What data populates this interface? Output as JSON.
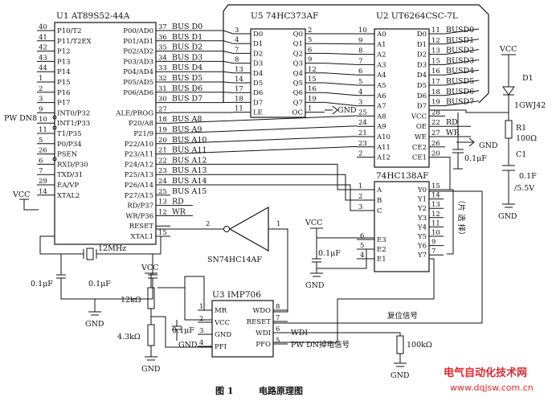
{
  "u1": {
    "title": "U1  AT89S52-44A",
    "left_pins": [
      {
        "num": "40",
        "name": "P10/T2"
      },
      {
        "num": "41",
        "name": "P11/T2EX"
      },
      {
        "num": "42",
        "name": "P12"
      },
      {
        "num": "43",
        "name": "P13"
      },
      {
        "num": "44",
        "name": "P14"
      },
      {
        "num": "1",
        "name": "P15"
      },
      {
        "num": "2",
        "name": "P16"
      },
      {
        "num": "3",
        "name": "P17"
      },
      {
        "num": "9",
        "name": "INT0/P32"
      },
      {
        "num": "10",
        "name": "INT1/P33"
      },
      {
        "num": "11",
        "name": "T1/P35"
      },
      {
        "num": "5",
        "name": "P0/P34"
      },
      {
        "num": "26",
        "name": "PSEN"
      },
      {
        "num": "6",
        "name": "RXD/P30"
      },
      {
        "num": "7",
        "name": "TXD/31"
      },
      {
        "num": "29",
        "name": "EA/VP"
      },
      {
        "num": "14",
        "name": "XTAL2"
      }
    ],
    "right_pins": [
      {
        "num": "37",
        "name": "P00/AD0",
        "net": "BUS  D0"
      },
      {
        "num": "36",
        "name": "P01/AD1",
        "net": "BUS  D1"
      },
      {
        "num": "35",
        "name": "P02/AD2",
        "net": "BUS  D2"
      },
      {
        "num": "34",
        "name": "P03/AD3",
        "net": "BUS  D3"
      },
      {
        "num": "33",
        "name": "P04/AD4",
        "net": "BUS  D4"
      },
      {
        "num": "32",
        "name": "P05/AD5",
        "net": "BUS  D5"
      },
      {
        "num": "31",
        "name": "P06/AD6",
        "net": "BUS  D6"
      },
      {
        "num": "30",
        "name": "",
        "net": "BUS  D7"
      },
      {
        "num": "27",
        "name": "ALE/PROG",
        "net": ""
      },
      {
        "num": "18",
        "name": "P20/A8",
        "net": "BUS  A8"
      },
      {
        "num": "19",
        "name": "P21/9",
        "net": "BUS  A9"
      },
      {
        "num": "20",
        "name": "P22/A10",
        "net": "BUS  A10"
      },
      {
        "num": "21",
        "name": "P23/A11",
        "net": "BUS  A11"
      },
      {
        "num": "22",
        "name": "P24/A12",
        "net": "BUS  A12"
      },
      {
        "num": "23",
        "name": "P25/A13",
        "net": "BUS  A13"
      },
      {
        "num": "24",
        "name": "P26/A14",
        "net": "BUS  A14"
      },
      {
        "num": "25",
        "name": "P27/A15",
        "net": "BUS  A15"
      },
      {
        "num": "13",
        "name": "RD/P37",
        "net": "RD"
      },
      {
        "num": "12",
        "name": "WR/P36",
        "net": "WR"
      },
      {
        "num": "",
        "name": "RESET",
        "net": ""
      },
      {
        "num": "15",
        "name": "XTAL1",
        "net": ""
      }
    ]
  },
  "u5": {
    "title": "U5  74HC373AF",
    "left_pins": [
      {
        "num": "3",
        "name": "D0"
      },
      {
        "num": "4",
        "name": "D1"
      },
      {
        "num": "7",
        "name": "D2"
      },
      {
        "num": "8",
        "name": "D3"
      },
      {
        "num": "13",
        "name": "D4"
      },
      {
        "num": "14",
        "name": "D5"
      },
      {
        "num": "17",
        "name": "D6"
      },
      {
        "num": "18",
        "name": "D7"
      },
      {
        "num": "11",
        "name": "LE"
      }
    ],
    "right_pins": [
      {
        "num": "2",
        "name": "Q0"
      },
      {
        "num": "5",
        "name": "Q1"
      },
      {
        "num": "6",
        "name": "Q2"
      },
      {
        "num": "9",
        "name": "Q3"
      },
      {
        "num": "12",
        "name": "Q4"
      },
      {
        "num": "15",
        "name": "Q5"
      },
      {
        "num": "16",
        "name": "Q6"
      },
      {
        "num": "19",
        "name": "Q7"
      },
      {
        "num": "1",
        "name": "OC"
      }
    ],
    "gnd": "GND"
  },
  "u2": {
    "title": "U2  UT6264CSC-7L",
    "left_pins": [
      {
        "num": "10",
        "name": "A0"
      },
      {
        "num": "9",
        "name": "A1"
      },
      {
        "num": "8",
        "name": "A2"
      },
      {
        "num": "7",
        "name": "A3"
      },
      {
        "num": "6",
        "name": "A4"
      },
      {
        "num": "5",
        "name": "A5"
      },
      {
        "num": "4",
        "name": "A6"
      },
      {
        "num": "3",
        "name": "A7"
      },
      {
        "num": "25",
        "name": "A8"
      },
      {
        "num": "24",
        "name": "A9"
      },
      {
        "num": "21",
        "name": "A10"
      },
      {
        "num": "23",
        "name": "A11"
      },
      {
        "num": "2",
        "name": "A12"
      }
    ],
    "right_pins": [
      {
        "num": "11",
        "name": "D0",
        "net": "BUSD0"
      },
      {
        "num": "12",
        "name": "D1",
        "net": "BUSD1"
      },
      {
        "num": "13",
        "name": "D2",
        "net": "BUSD2"
      },
      {
        "num": "15",
        "name": "D3",
        "net": "BUSD3"
      },
      {
        "num": "16",
        "name": "D4",
        "net": "BUSD4"
      },
      {
        "num": "17",
        "name": "D5",
        "net": "BUSD5"
      },
      {
        "num": "18",
        "name": "D6",
        "net": "BUSD6"
      },
      {
        "num": "19",
        "name": "D7",
        "net": "BUSD7"
      },
      {
        "num": "28",
        "name": "VCC",
        "net": ""
      },
      {
        "num": "22",
        "name": "OE",
        "net": "RD"
      },
      {
        "num": "27",
        "name": "WE",
        "net": "WR"
      },
      {
        "num": "26",
        "name": "CE2",
        "net": ""
      },
      {
        "num": "20",
        "name": "CE1",
        "net": ""
      }
    ],
    "gnd": "GND"
  },
  "u138": {
    "title": "74HC138AF",
    "left_pins": [
      {
        "num": "1",
        "name": "A"
      },
      {
        "num": "2",
        "name": "B"
      },
      {
        "num": "3",
        "name": "C"
      },
      {
        "num": "6",
        "name": "E3"
      },
      {
        "num": "5",
        "name": "E2"
      },
      {
        "num": "4",
        "name": "E1"
      }
    ],
    "right_pins": [
      {
        "num": "15",
        "name": "Y0"
      },
      {
        "num": "14",
        "name": "Y1"
      },
      {
        "num": "13",
        "name": "Y2"
      },
      {
        "num": "12",
        "name": "Y3"
      },
      {
        "num": "11",
        "name": "Y4"
      },
      {
        "num": "10",
        "name": "Y5"
      },
      {
        "num": "9",
        "name": "Y6"
      },
      {
        "num": "7",
        "name": "Y7"
      }
    ],
    "side_label": "（片 选 择）"
  },
  "u3": {
    "title": "U3   IMP706",
    "left_pins": [
      {
        "num": "1",
        "name": "MR"
      },
      {
        "num": "2",
        "name": "VCC"
      },
      {
        "num": "3",
        "name": "GND"
      },
      {
        "num": "4",
        "name": "PFI"
      }
    ],
    "right_pins": [
      {
        "num": "8",
        "name": "WDO"
      },
      {
        "num": "7",
        "name": "RESET"
      },
      {
        "num": "6",
        "name": "WDI"
      },
      {
        "num": "5",
        "name": "PFO"
      }
    ],
    "wdi_net": "WDI",
    "pfo_net": "PW  DN掉电信号"
  },
  "inverter": {
    "label": "SN74HC14AF",
    "pin_in": "1",
    "pin_out": "2"
  },
  "labels": {
    "pw_dn": "PW DN8",
    "vcc": "VCC",
    "gnd": "GND",
    "crystal": "12MHz",
    "c_xtal_a": "0.1μF",
    "c_xtal_b": "0.1μF",
    "c_138": "0.1μF",
    "c_u3": "0.1μF",
    "c_sram": "0.1μF",
    "r_12k": "12kΩ",
    "r_43k": "4.3kΩ",
    "r_100k": "100kΩ",
    "reset_signal": "复位信号",
    "d1": "D1",
    "d1_part": "1GWJ42",
    "r1": "R1",
    "r1_val": "100Ω",
    "c1": "C1",
    "c1_val_a": "0.1F",
    "c1_val_b": "/5.5V",
    "gnd_u3": "GND"
  },
  "caption": {
    "fig": "图 1",
    "title": "电路原理图"
  },
  "watermark": {
    "cn": "电气自动化技术网",
    "url": "www.dqjsw.com.cn"
  }
}
